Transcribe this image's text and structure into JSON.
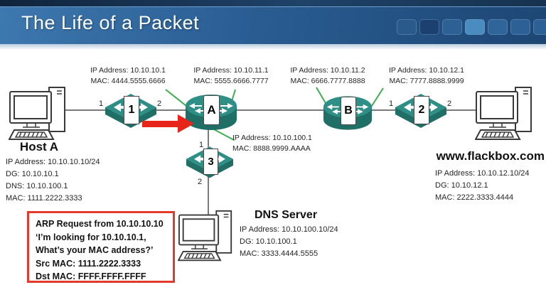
{
  "header": {
    "title": "The Life of a Packet",
    "squares": [
      "#2a5a8b",
      "#1c4070",
      "#2d6195",
      "#4b8cc0",
      "#30659a",
      "#2d6195",
      "#2d6195"
    ]
  },
  "devices": {
    "host_a": {
      "name": "Host A",
      "info": [
        "IP Address: 10.10.10.10/24",
        "DG: 10.10.10.1",
        "DNS: 10.10.100.1",
        "MAC: 1111.2222.3333"
      ]
    },
    "web_server": {
      "name": "www.flackbox.com",
      "info": [
        "IP Address: 10.10.12.10/24",
        "DG: 10.10.12.1",
        "MAC: 2222.3333.4444"
      ]
    },
    "dns_server": {
      "name": "DNS Server",
      "info": [
        "IP Address: 10.10.100.10/24",
        "DG: 10.10.100.1",
        "MAC: 3333.4444.5555"
      ]
    },
    "switch1": {
      "label": "1",
      "port_left": "1",
      "port_right": "2"
    },
    "switch2": {
      "label": "2",
      "port_left": "1",
      "port_right": "2"
    },
    "switch3": {
      "label": "3",
      "port_top": "1",
      "port_bottom": "2"
    },
    "router_a": {
      "label": "A"
    },
    "router_b": {
      "label": "B"
    }
  },
  "interface_labels": [
    {
      "line1": "IP Address: 10.10.10.1",
      "line2": "MAC: 4444.5555.6666"
    },
    {
      "line1": "IP Address: 10.10.11.1",
      "line2": "MAC: 5555.6666.7777"
    },
    {
      "line1": "IP Address: 10.10.11.2",
      "line2": "MAC: 6666.7777.8888"
    },
    {
      "line1": "IP Address: 10.10.12.1",
      "line2": "MAC: 7777.8888.9999"
    },
    {
      "line1": "IP Address: 10.10.100.1",
      "line2": "MAC: 8888.9999.AAAA"
    }
  ],
  "arp_box": {
    "lines": [
      "ARP Request from 10.10.10.10",
      "‘I’m looking for 10.10.10.1,",
      "What’s your MAC address?’",
      "Src MAC: 1111.2222.3333",
      "Dst MAC: FFFF.FFFF.FFFF"
    ]
  },
  "colors": {
    "device_teal": "#2E8F86",
    "device_teal_dark": "#1F6F67",
    "label_line_green": "#3FAE4F",
    "link_gray": "#7a7a7a",
    "alert_red": "#E8251B"
  }
}
